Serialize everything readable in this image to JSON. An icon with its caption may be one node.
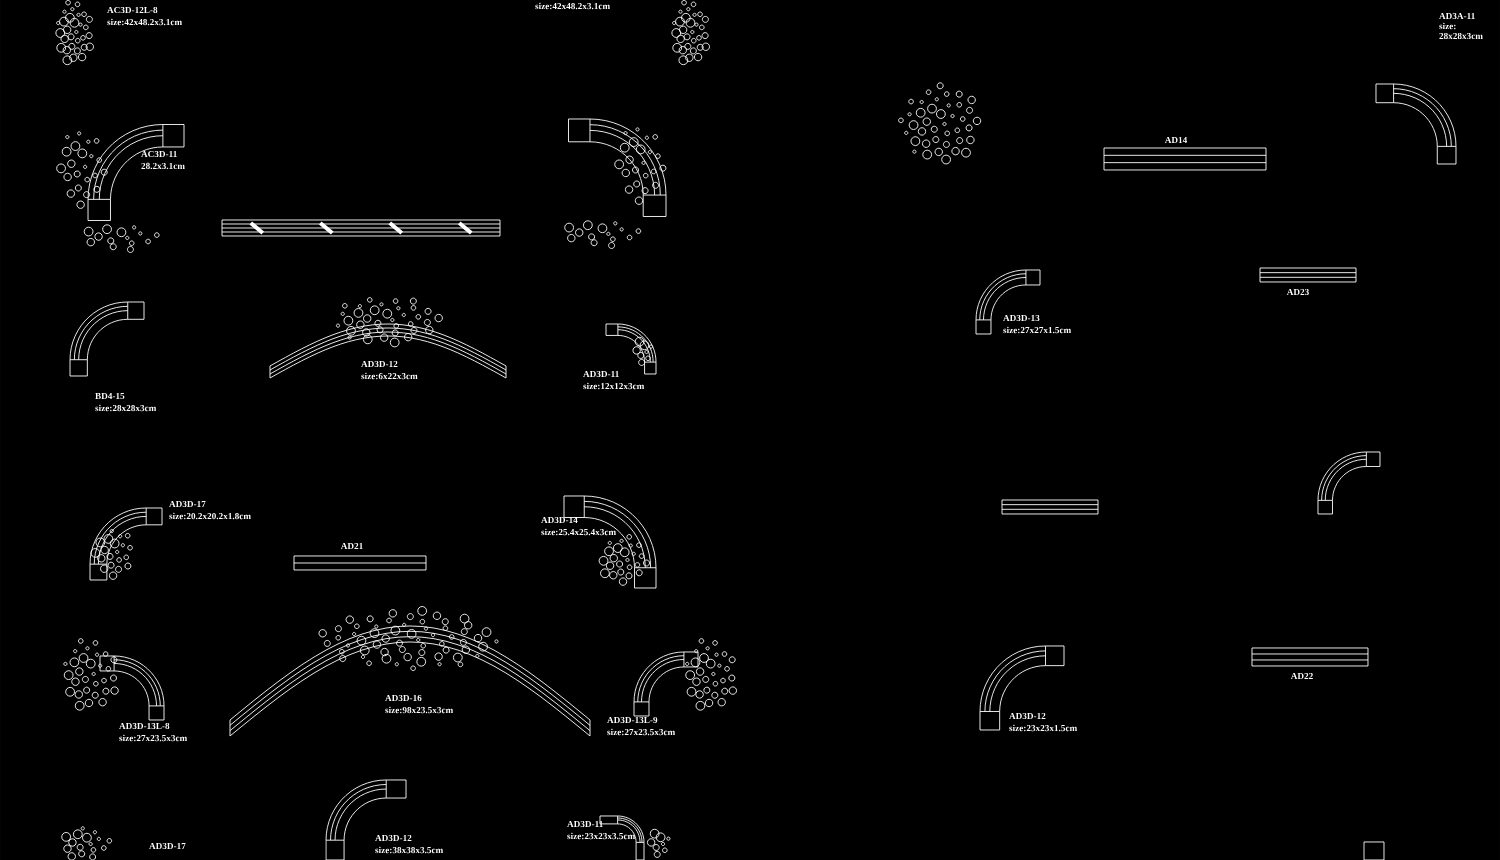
{
  "diagram": {
    "labels": [
      "AC3D-12L-8",
      "size:42x48.2x3.1cm",
      "size:42x48.2x3.1cm",
      "AC3D-11",
      "28.2x3.1cm",
      "AD3A-11",
      "size:",
      "28x28x3cm",
      "AD14",
      "AD3D-12",
      "size:6x22x3cm",
      "AD3D-11",
      "size:12x12x3cm",
      "AD23",
      "AD3D-13",
      "size:27x27x1.5cm",
      "BD4-15",
      "size:28x28x3cm",
      "AD3D-17",
      "size:20.2x20.2x1.8cm",
      "AD3D-14",
      "size:25.4x25.4x3cm",
      "AD21",
      "AD22",
      "AD3D-16",
      "size:98x23.5x3cm",
      "AD3D-13L-8",
      "size:27x23.5x3cm",
      "AD3D-13L-9",
      "size:27x23.5x3cm",
      "AD3D-12",
      "size:23x23x1.5cm",
      "AD3D-11",
      "size:23x23x3.5cm",
      "AD3D-12",
      "size:38x38x3.5cm",
      "AD3D-17"
    ]
  }
}
